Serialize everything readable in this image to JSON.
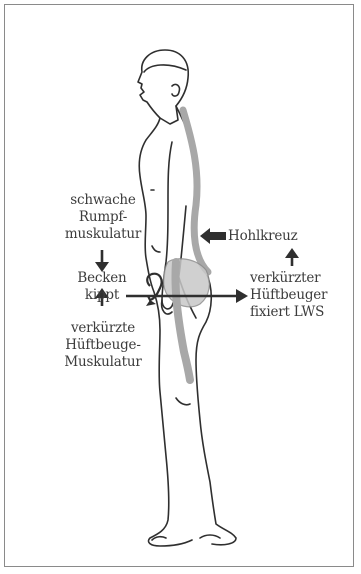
{
  "labels": {
    "weak_trunk": [
      "schwache",
      "Rumpf-",
      "muskulatur"
    ],
    "pelvis_tilts": [
      "Becken",
      "kippt"
    ],
    "short_hip_flexor_left": [
      "verkürzte",
      "Hüftbeuge-",
      "Muskulatur"
    ],
    "hollow_back": "Hohlkreuz",
    "short_hip_flexor_right": [
      "verkürzter",
      "Hüftbeuger",
      "fixiert LWS"
    ]
  },
  "colors": {
    "outline": "#2f2f2f",
    "spine": "#a8a8a8",
    "text": "#3c3c3c",
    "frame": "#8a8a8a"
  }
}
